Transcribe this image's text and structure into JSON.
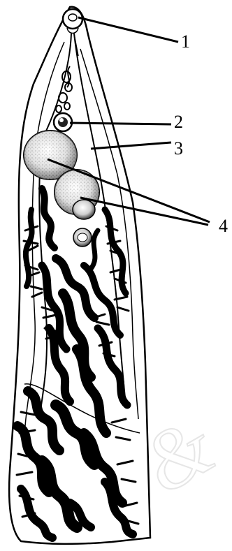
{
  "figure": {
    "labels": [
      {
        "id": "1",
        "text": "1"
      },
      {
        "id": "2",
        "text": "2"
      },
      {
        "id": "3",
        "text": "3"
      },
      {
        "id": "4",
        "text": "4"
      }
    ],
    "watermark": "&"
  },
  "colors": {
    "ink": "#000000",
    "background": "#ffffff",
    "speckle": "#5a5a5a",
    "watermark": "#e6e6e6"
  }
}
